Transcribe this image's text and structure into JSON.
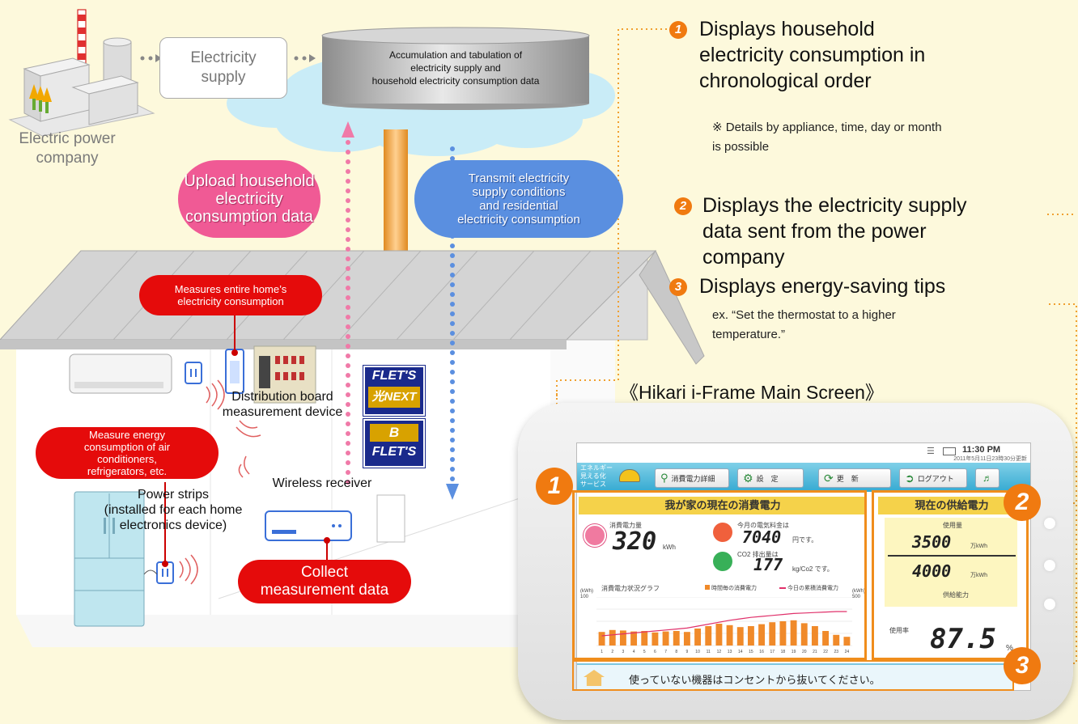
{
  "plant": {
    "label": "Electric power\ncompany"
  },
  "supply_box": {
    "label": "Electricity\nsupply"
  },
  "cloud": {
    "text": "Accumulation and  tabulation of\nelectricity supply and\nhousehold electricity consumption data"
  },
  "upload_bubble": "Upload household\nelectricity\nconsumption data",
  "transmit_bubble": "Transmit electricity\nsupply conditions\nand residential\nelectricity consumption",
  "measure_home": "Measures entire home’s\nelectricity consumption",
  "measure_energy": "Measure energy\nconsumption of air\nconditioners,\nrefrigerators, etc.",
  "distribution_board": "Distribution board\nmeasurement device",
  "wireless_receiver": "Wireless receiver",
  "power_strips": "Power strips\n(installed for each home\nelectronics device)",
  "collect": "Collect\nmeasurement data",
  "flets": {
    "top": "FLET'S",
    "next": "光NEXT",
    "b": "B",
    "bottom": "FLET'S"
  },
  "features": [
    {
      "num": "1",
      "title": "Displays household\nelectricity consumption in\nchronological order",
      "note": "※ Details by appliance, time, day or month\nis possible"
    },
    {
      "num": "2",
      "title": "Displays the electricity supply\ndata sent from the power\ncompany",
      "note": ""
    },
    {
      "num": "3",
      "title": "Displays energy-saving tips",
      "note": "ex. “Set the thermostat to a higher\ntemperature.”"
    }
  ],
  "screen_title": "《Hikari i-Frame Main Screen》",
  "device": {
    "time": "11:30 PM",
    "date": "2011年5月11日23時30分更新",
    "brand": "エネルギー\n見える化\nサービス",
    "buttons": [
      "消費電力詳細",
      "設　定",
      "更　新",
      "ログアウト"
    ],
    "left_header": "我が家の現在の消費電力",
    "usage_label": "消費電力量",
    "usage_value": "320",
    "usage_unit": "kWh",
    "bill_label": "今月の電気料金は",
    "bill_value": "7040",
    "bill_unit": "円です。",
    "co2_label": "CO2 排出量は",
    "co2_value": "177",
    "co2_unit": "kg/Co2 です。",
    "graph_title": "消費電力状況グラフ",
    "legend_bar": "時間毎の消費電力",
    "legend_line": "今日の累積消費電力",
    "axis_left": "(kWh)\n100",
    "axis_right": "(kWh)\n500",
    "right_header": "現在の供給電力",
    "used_label": "使用量",
    "used_value": "3500",
    "used_unit": "万kWh",
    "capacity_value": "4000",
    "capacity_unit": "万kWh",
    "capacity_label": "供給能力",
    "rate_label": "使用率",
    "rate_value": "87.5",
    "rate_unit": "%",
    "tip": "使っていない機器はコンセントから抜いてください。"
  },
  "chart_data": {
    "type": "bar",
    "categories": [
      "1",
      "2",
      "3",
      "4",
      "5",
      "6",
      "7",
      "8",
      "9",
      "10",
      "11",
      "12",
      "13",
      "14",
      "15",
      "16",
      "17",
      "18",
      "19",
      "20",
      "21",
      "22",
      "23",
      "24"
    ],
    "series": [
      {
        "name": "時間毎の消費電力",
        "values": [
          28,
          32,
          31,
          29,
          30,
          27,
          29,
          30,
          28,
          35,
          40,
          45,
          42,
          38,
          40,
          44,
          48,
          50,
          52,
          46,
          40,
          30,
          22,
          18
        ]
      },
      {
        "name": "今日の累積消費電力",
        "values": [
          20,
          22,
          24,
          26,
          28,
          30,
          32,
          34,
          36,
          40,
          44,
          48,
          52,
          55,
          58,
          60,
          62,
          64,
          66,
          67,
          68,
          69,
          70,
          70
        ]
      }
    ],
    "ylim": [
      0,
      100
    ]
  },
  "big_badges": [
    "1",
    "2",
    "3"
  ]
}
